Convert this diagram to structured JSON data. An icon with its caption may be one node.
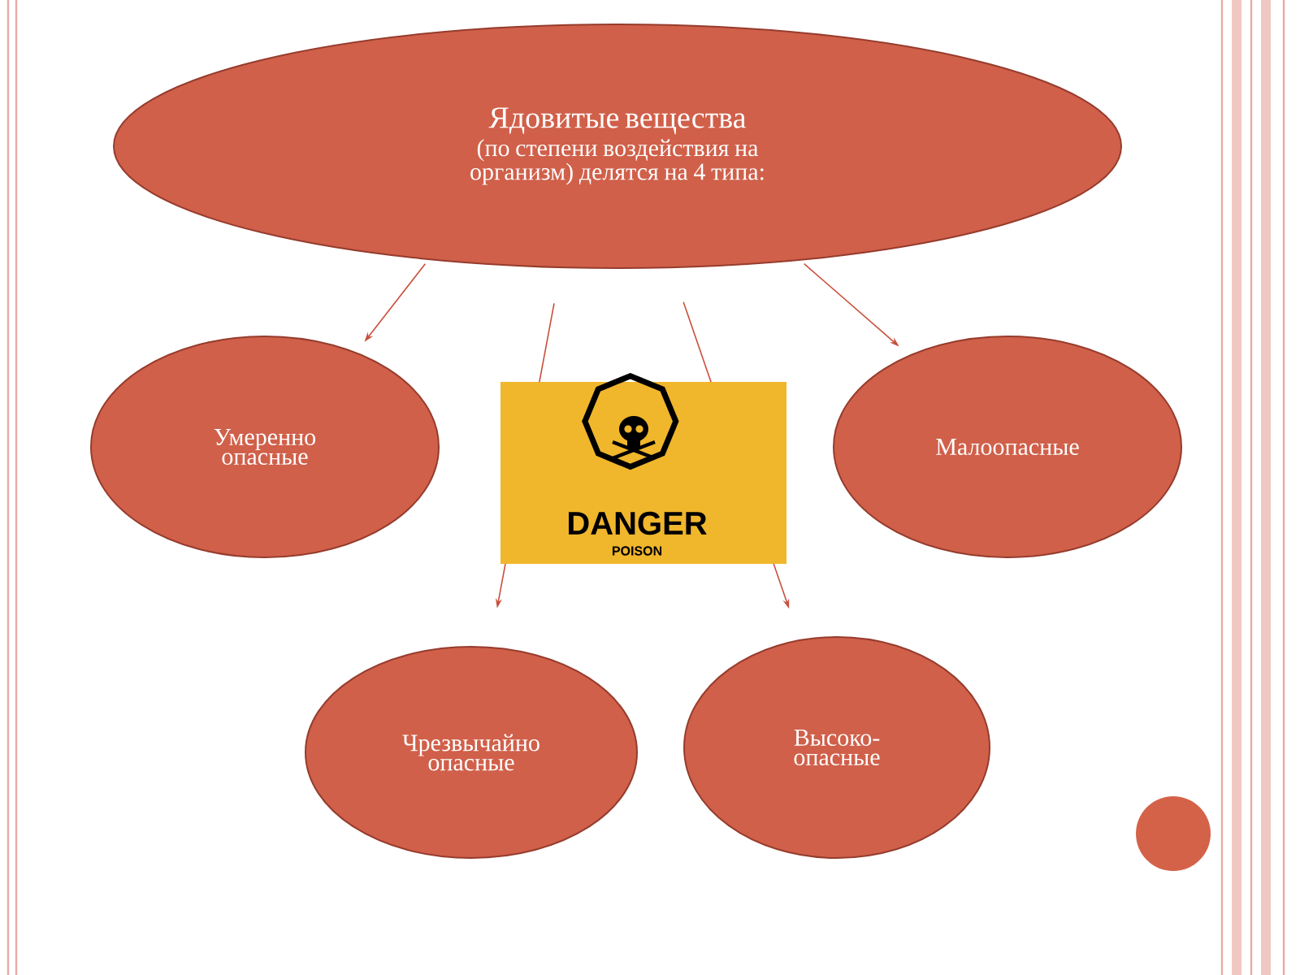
{
  "diagram": {
    "nodes": [
      {
        "text": [
          "Ядовитые вещества",
          "(по степени воздействия на организм) делятся на 4 типа:"
        ]
      },
      {
        "text": [
          "Умеренно опасные"
        ]
      },
      {
        "text": [
          "Малоопасные"
        ]
      },
      {
        "text": [
          "Чрезвычайно опасные"
        ]
      },
      {
        "text": [
          "Высоко- опасные"
        ]
      }
    ],
    "edges": [
      {
        "from": 0,
        "to": 1,
        "arrow": "to"
      },
      {
        "from": 0,
        "to": 2,
        "arrow": "to"
      },
      {
        "from": 0,
        "to": 3,
        "arrow": "to"
      },
      {
        "from": 0,
        "to": 4,
        "arrow": "to"
      }
    ],
    "labels": [
      "DANGER",
      "POISON"
    ]
  }
}
